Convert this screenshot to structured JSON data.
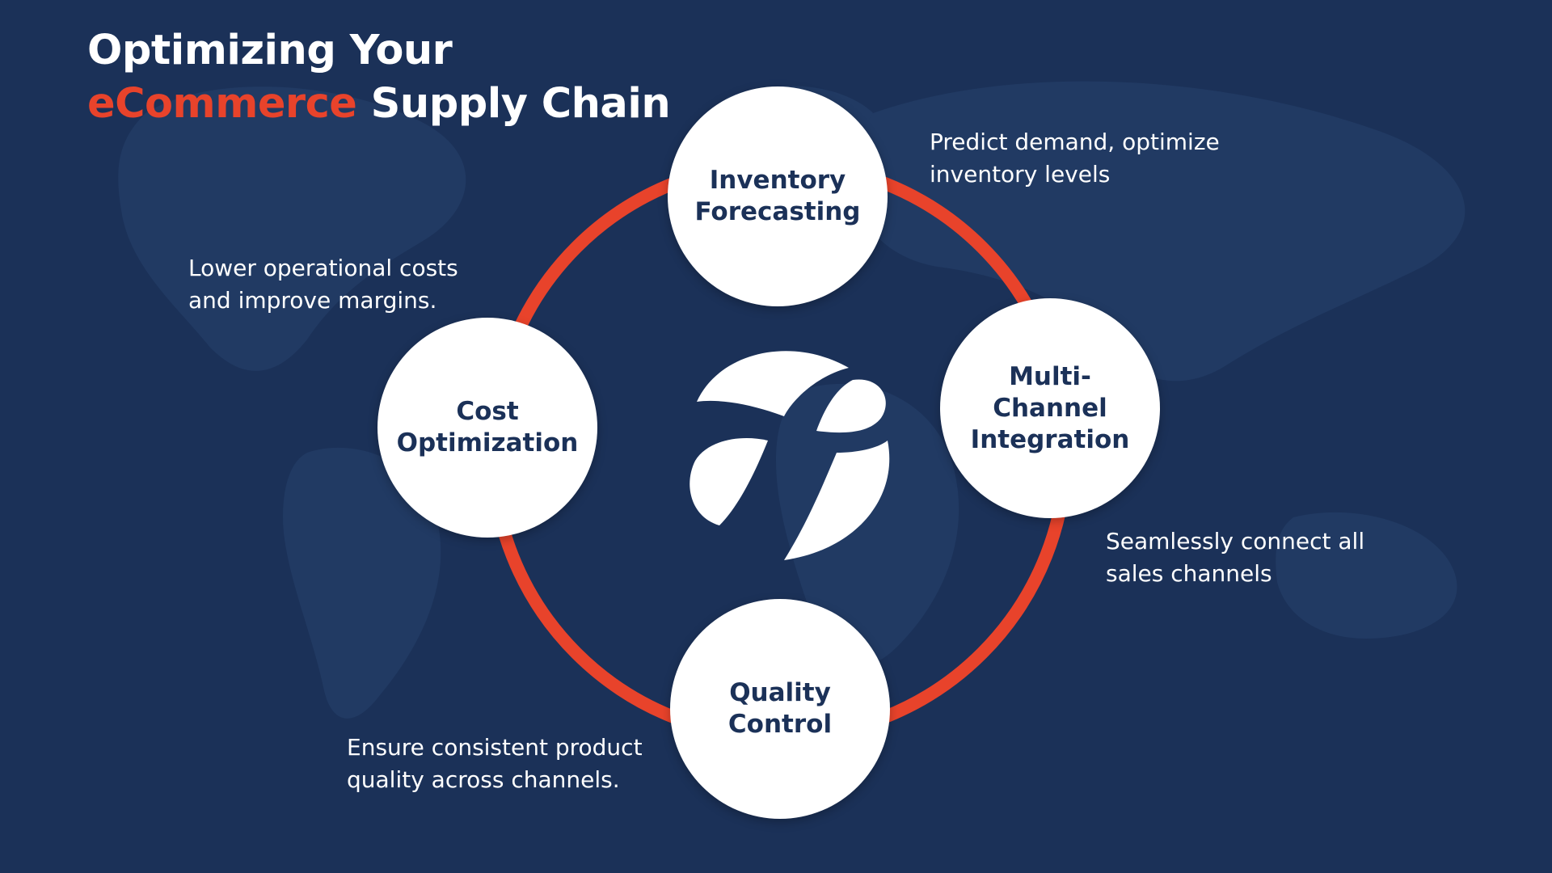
{
  "title": {
    "line1": "Optimizing Your",
    "line2_accent": "eCommerce",
    "line2_rest": " Supply Chain"
  },
  "colors": {
    "background": "#1b3158",
    "accent": "#e8432b",
    "node_fill": "#ffffff",
    "node_text": "#1b3158"
  },
  "center_logo": "brand-logo-icon",
  "nodes": [
    {
      "label": "Inventory\nForecasting",
      "description": [
        "Predict demand, optimize",
        "inventory levels"
      ]
    },
    {
      "label": "Multi-\nChannel\nIntegration",
      "description": [
        "Seamlessly connect all",
        "sales channels"
      ]
    },
    {
      "label": "Quality\nControl",
      "description": [
        "Ensure consistent product",
        "quality across channels."
      ]
    },
    {
      "label": "Cost\nOptimization",
      "description": [
        "Lower operational costs",
        "and improve margins."
      ]
    }
  ]
}
